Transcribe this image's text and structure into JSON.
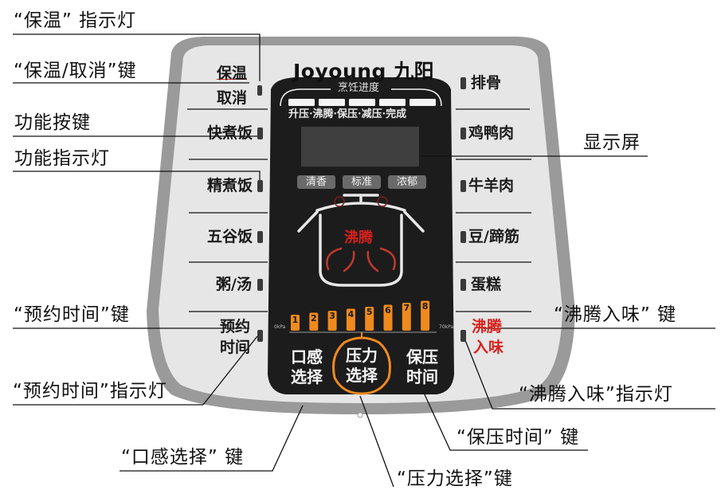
{
  "brand": {
    "en": "Joyoung",
    "cn": "九阳"
  },
  "callouts": {
    "keep_warm_indicator": "“保温” 指示灯",
    "keep_warm_cancel_key": "“保温/取消”键",
    "function_keys": "功能按键",
    "function_indicator": "功能指示灯",
    "display": "显示屏",
    "schedule_key": "“预约时间”键",
    "schedule_indicator": "“预约时间”指示灯",
    "taste_key": "“口感选择” 键",
    "pressure_key": "“压力选择”键",
    "hold_time_key": "“保压时间” 键",
    "boil_key": "“沸腾入味” 键",
    "boil_indicator": "“沸腾入味”指示灯"
  },
  "left_buttons": {
    "keep_warm": "保温",
    "cancel": "取消",
    "quick_rice": "快煮饭",
    "fine_rice": "精煮饭",
    "grain_rice": "五谷饭",
    "porridge": "粥/汤",
    "schedule_1": "预约",
    "schedule_2": "时间"
  },
  "right_buttons": {
    "ribs": "排骨",
    "poultry": "鸡鸭肉",
    "beef_lamb": "牛羊肉",
    "beans": "豆/蹄筋",
    "cake": "蛋糕",
    "boil_1": "沸腾",
    "boil_2": "入味"
  },
  "progress": {
    "title": "烹饪进度",
    "stages": "升压·沸腾·保压·减压·完成"
  },
  "taste_options": [
    "清香",
    "标准",
    "浓郁"
  ],
  "pot_status": "沸腾",
  "pressure_levels": [
    "1",
    "2",
    "3",
    "4",
    "5",
    "6",
    "7",
    "8"
  ],
  "pressure_scale": {
    "min": "0kPa",
    "max": "70kPa"
  },
  "dial_buttons": {
    "taste_1": "口感",
    "taste_2": "选择",
    "pressure_1": "压力",
    "pressure_2": "选择",
    "hold_1": "保压",
    "hold_2": "时间"
  },
  "colors": {
    "panel_outer": "#9a9a9a",
    "panel_inner": "#e6e6e6",
    "control_panel": "#1c1c1c",
    "accent_orange": "#f08a1e",
    "accent_red": "#d8211d",
    "display": "#3f3f3f"
  }
}
